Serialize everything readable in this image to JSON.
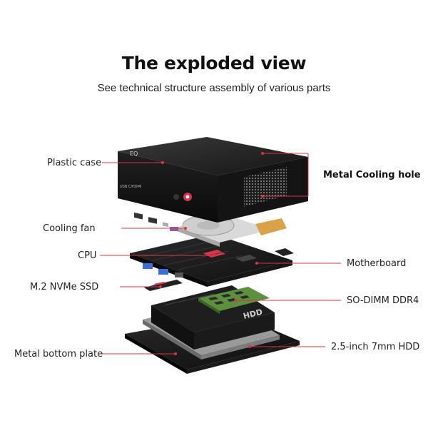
{
  "header": {
    "title": "The exploded view",
    "subtitle": "See technical structure assembly of various parts"
  },
  "device": {
    "front_badge": "USB C/HDMI",
    "logo_text": "EQ"
  },
  "labels": {
    "plastic_case": "Plastic case",
    "metal_cooling_hole": "Metal Cooling hole",
    "cooling_fan": "Cooling fan",
    "cpu": "CPU",
    "motherboard": "Motherboard",
    "ssd": "M.2 NVMe SSD",
    "ram": "SO-DIMM DDR4",
    "bottom_plate": "Metal bottom plate",
    "hdd": "2.5-inch 7mm HDD"
  },
  "colors": {
    "accent": "#d8354a",
    "case": "#1a1a1a",
    "pcb_green": "#4f8a3a",
    "fan_copper": "#d9a24a"
  }
}
